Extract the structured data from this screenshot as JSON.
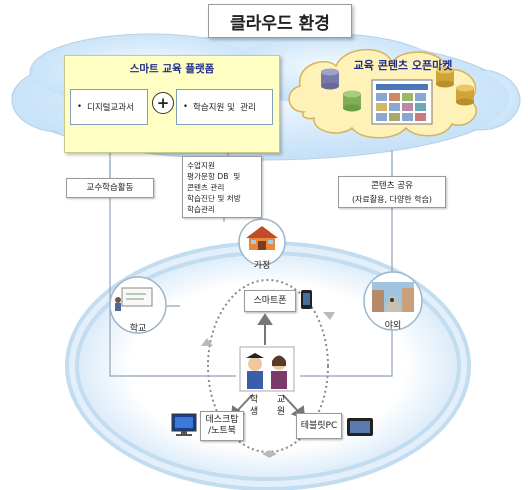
{
  "title": "클라우드 환경",
  "platform": {
    "title": "스마트 교육 플랫폼",
    "left_box": "디지털교과서",
    "plus": "+",
    "right_box": "학습지원 및  관리"
  },
  "market": {
    "title": "교육 콘텐츠 오픈마켓"
  },
  "links": {
    "teacher_activity": "교수학습활동",
    "support_list": [
      "수업지원",
      "평가문항 DB  및",
      "콘텐츠 관리",
      "학습진단 및 처방",
      "학습관리"
    ],
    "content_share_title": "콘텐츠 공유",
    "content_share_sub": "(자료활용, 다양한 학습)"
  },
  "places": {
    "home": "가정",
    "school": "학교",
    "outdoors": "야외"
  },
  "devices": {
    "smartphone": "스마트폰",
    "desktop": "데스크탑\n/노트북",
    "tablet": "테블릿PC"
  },
  "center": {
    "student": "학\n생",
    "teacher": "교\n원"
  },
  "colors": {
    "cloud": "#cfe6fb",
    "platform_fill": "#ffffc4",
    "title_text": "#1f2e8a",
    "connector": "#8fa5b8"
  }
}
